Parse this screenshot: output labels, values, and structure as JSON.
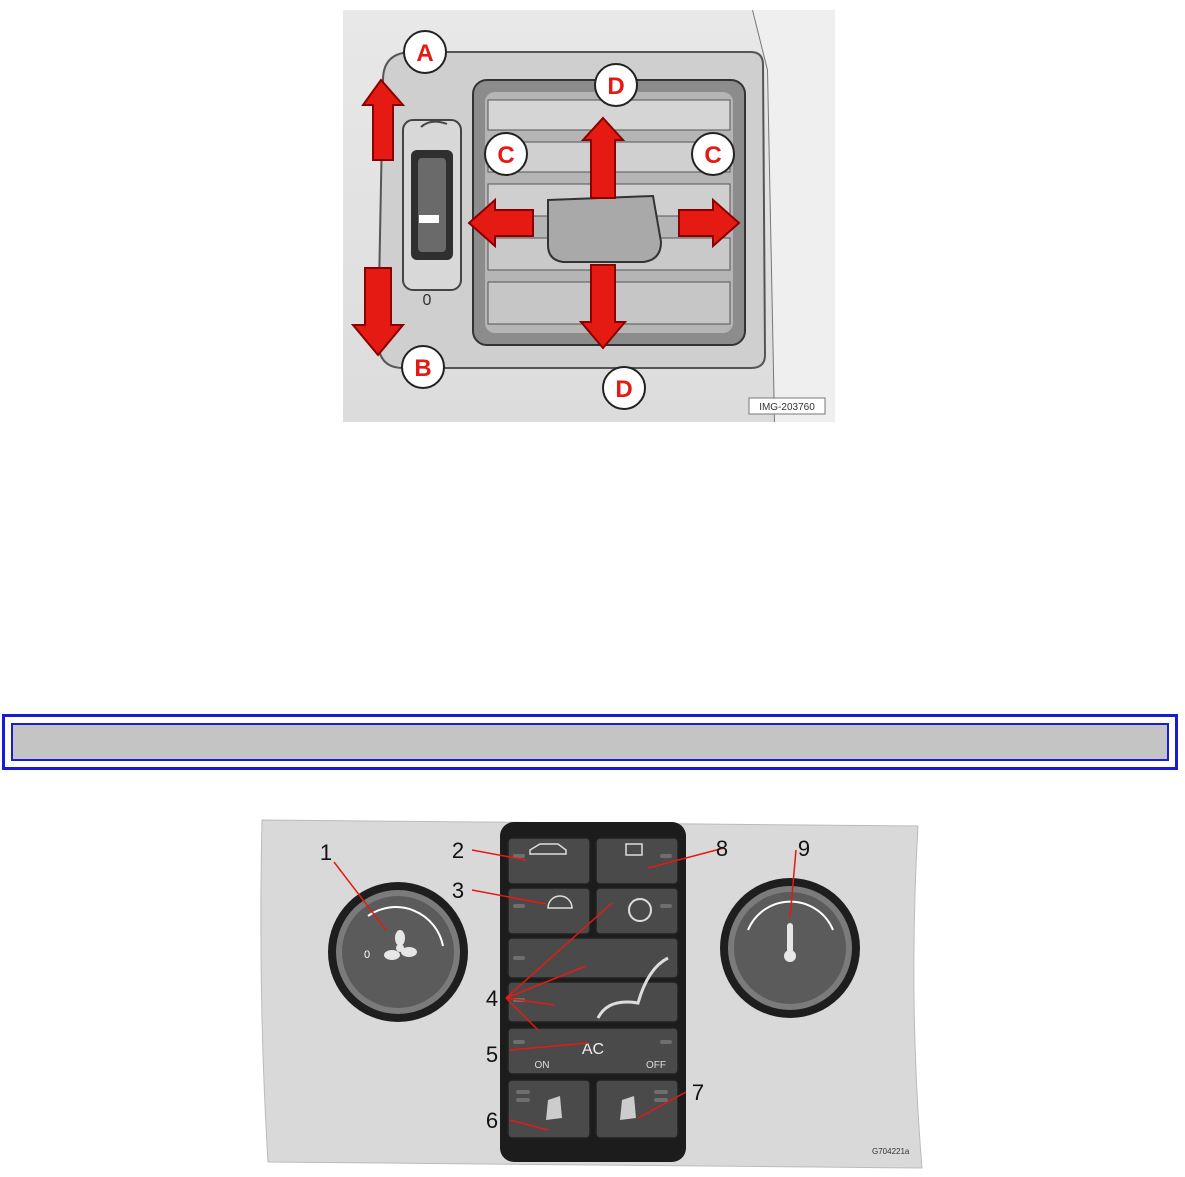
{
  "vent_figure": {
    "callouts": [
      "A",
      "B",
      "C",
      "C",
      "D",
      "D"
    ],
    "wheel_label": "0",
    "image_id": "IMG-203760"
  },
  "section_bar": {
    "title": ""
  },
  "panel_figure": {
    "callouts": [
      "1",
      "2",
      "3",
      "4",
      "5",
      "6",
      "7",
      "8",
      "9"
    ],
    "fan_knob_label": "0",
    "ac_label": "AC",
    "ac_on_label": "ON",
    "ac_off_label": "OFF",
    "image_id": "G704221a"
  },
  "colors": {
    "arrow_red": "#e41a13",
    "panel_grey": "#d9d9d9",
    "button_dark": "#4a4a4a",
    "frame_blue": "#1b1bd6"
  }
}
